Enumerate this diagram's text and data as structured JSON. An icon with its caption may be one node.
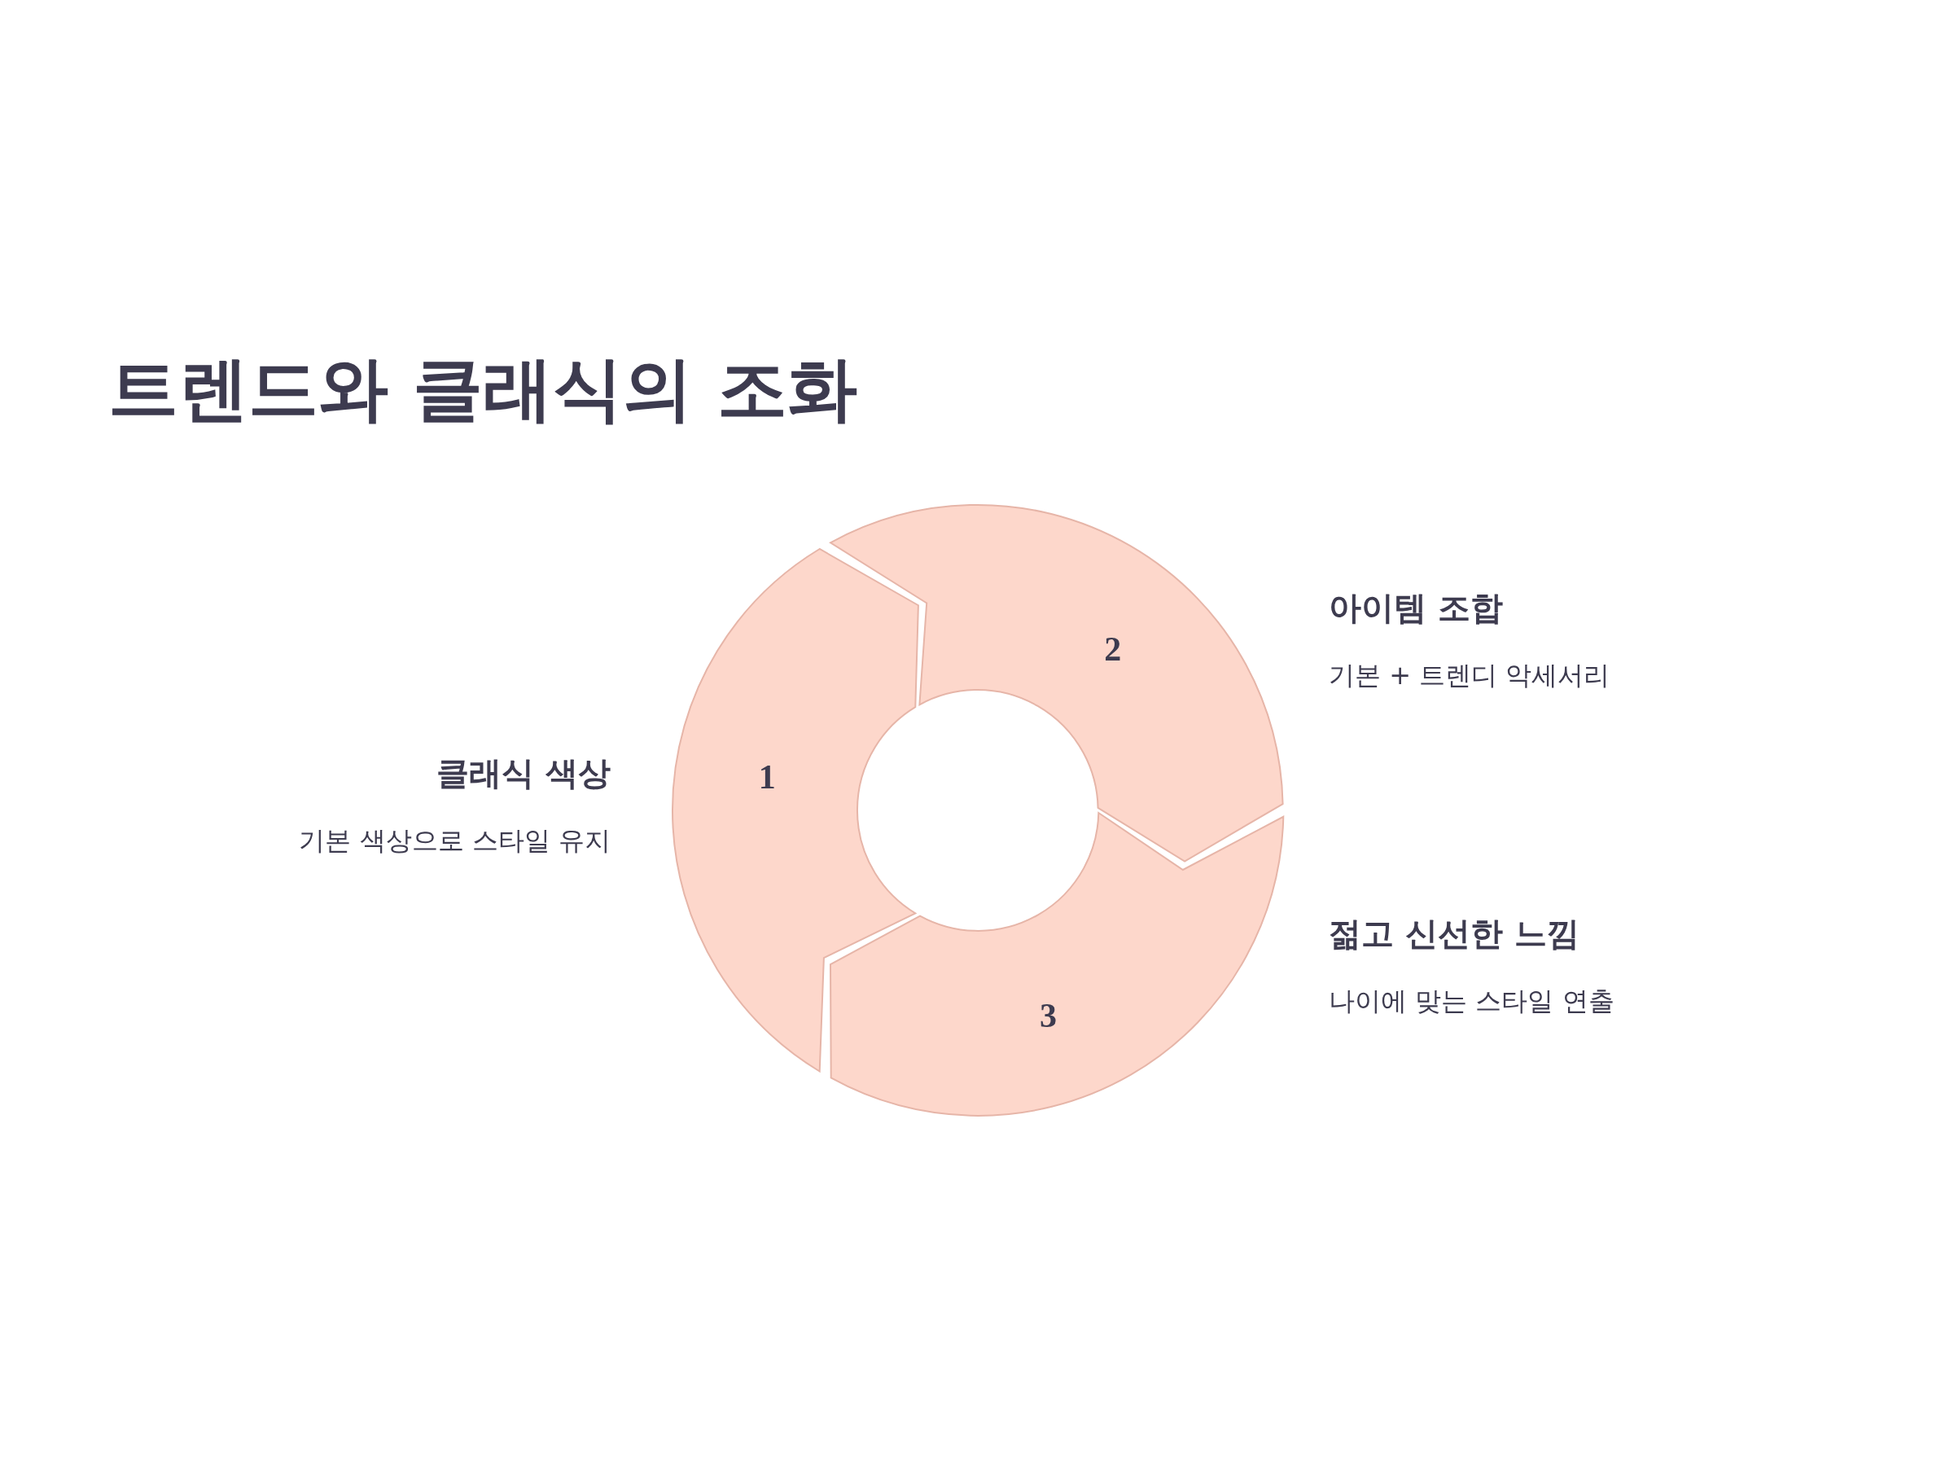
{
  "diagram": {
    "title": "트렌드와 클래식의 조화",
    "nodes": [
      {
        "text": [
          "1"
        ],
        "beside": [
          "클래식 색상",
          "기본 색상으로 스타일 유지"
        ]
      },
      {
        "text": [
          "2"
        ],
        "beside": [
          "아이템 조합",
          "기본 + 트렌디 악세서리"
        ]
      },
      {
        "text": [
          "3"
        ],
        "beside": [
          "젊고 신선한 느낌",
          "나이에 맞는 스타일 연출"
        ]
      }
    ]
  }
}
